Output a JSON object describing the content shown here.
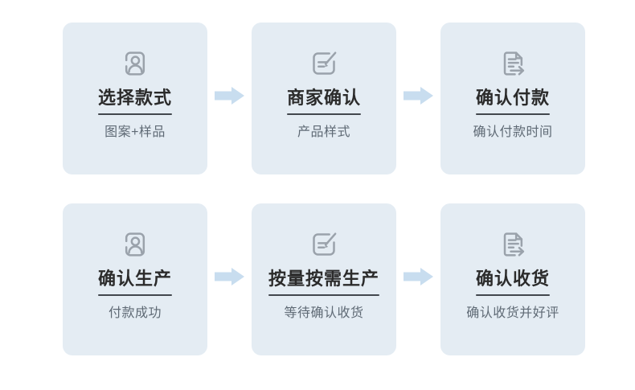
{
  "colors": {
    "card_bg": "#e4ecf3",
    "arrow": "#c8ddef",
    "icon": "#9aa2ab",
    "title": "#2b2b2b",
    "divider": "#42474d",
    "subtitle": "#5f6a75",
    "page_bg": "#ffffff"
  },
  "flow": {
    "rows": [
      {
        "steps": [
          {
            "icon": "portrait-card-person-icon",
            "title": "选择款式",
            "subtitle": "图案+样品"
          },
          {
            "icon": "edit-note-pencil-icon",
            "title": "商家确认",
            "subtitle": "产品样式"
          },
          {
            "icon": "document-forward-arrow-icon",
            "title": "确认付款",
            "subtitle": "确认付款时间"
          }
        ]
      },
      {
        "steps": [
          {
            "icon": "portrait-card-person-icon",
            "title": "确认生产",
            "subtitle": "付款成功"
          },
          {
            "icon": "edit-note-pencil-icon",
            "title": "按量按需生产",
            "subtitle": "等待确认收货"
          },
          {
            "icon": "document-forward-arrow-icon",
            "title": "确认收货",
            "subtitle": "确认收货并好评"
          }
        ]
      }
    ],
    "connector": "right-arrow-icon"
  }
}
